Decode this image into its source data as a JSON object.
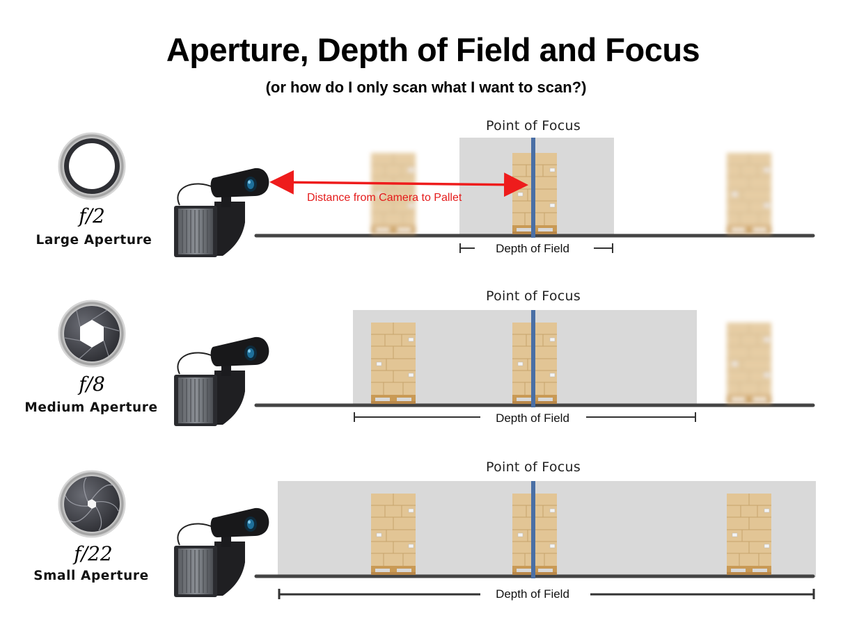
{
  "title": "Aperture, Depth of Field and Focus",
  "subtitle": "(or how do I only scan what I want to scan?)",
  "distance_label": "Distance from Camera to Pallet",
  "rows": [
    {
      "f_number": "f/2",
      "aperture_label": "Large Aperture",
      "focus_label": "Point of Focus",
      "dof_label": "Depth of Field"
    },
    {
      "f_number": "f/8",
      "aperture_label": "Medium Aperture",
      "focus_label": "Point of Focus",
      "dof_label": "Depth of Field"
    },
    {
      "f_number": "f/22",
      "aperture_label": "Small Aperture",
      "focus_label": "Point of Focus",
      "dof_label": "Depth of Field"
    }
  ],
  "colors": {
    "focus_line": "#4a6fa5",
    "dof_zone": "#d9d9d9",
    "distance_arrow": "#ee1c1c",
    "box": "#e2c595",
    "pallet": "#c99a55",
    "floor": "#444444"
  },
  "icons": [
    "aperture-icon",
    "scanner-camera-icon",
    "pallet-icon"
  ]
}
